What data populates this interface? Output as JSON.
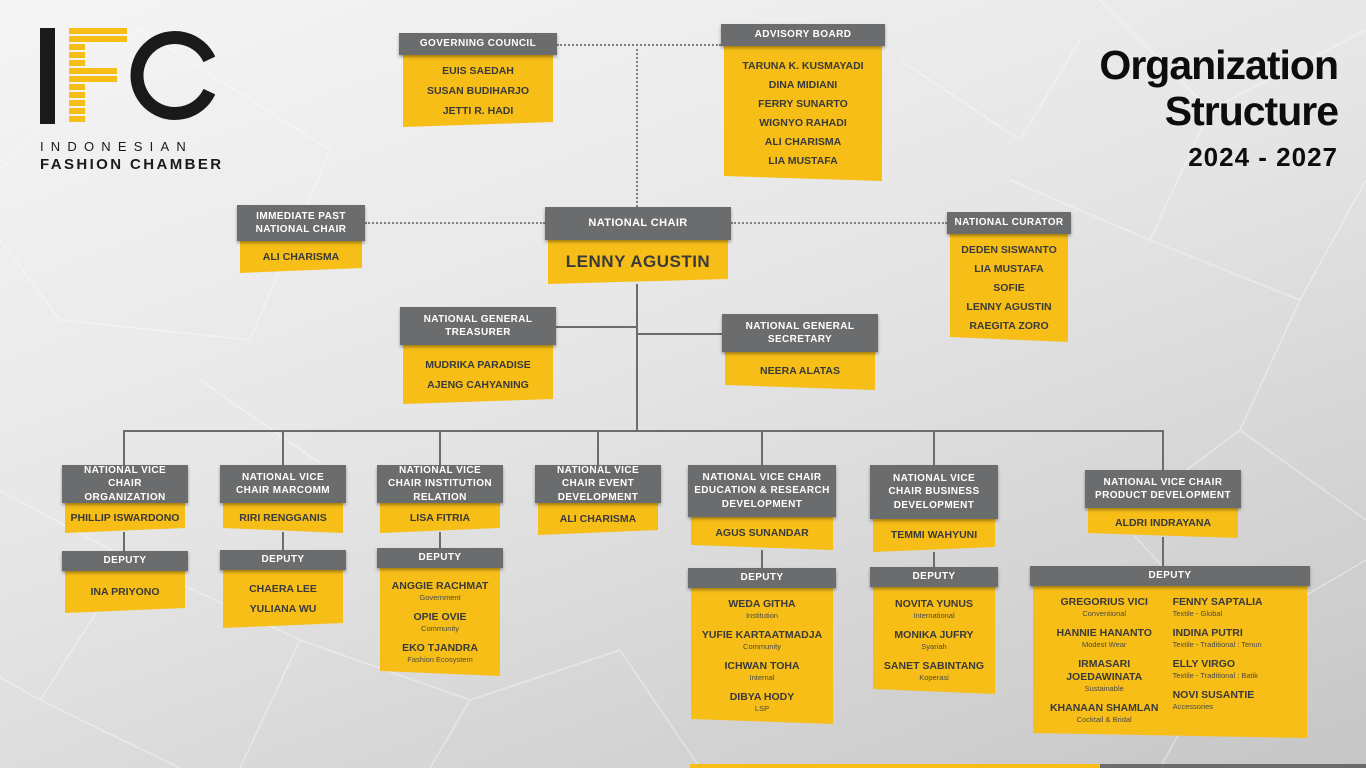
{
  "logo": {
    "acronym": "IFC",
    "line1": "INDONESIAN",
    "line2": "FASHION CHAMBER"
  },
  "heading": {
    "title_line1": "Organization",
    "title_line2": "Structure",
    "period": "2024 - 2027"
  },
  "colors": {
    "yellow": "#f6be17",
    "gray": "#6b6c6e",
    "text_dark": "#3a3a3a"
  },
  "deputy_label": "DEPUTY",
  "governing_council": {
    "title": "GOVERNING COUNCIL",
    "members": [
      "EUIS SAEDAH",
      "SUSAN BUDIHARJO",
      "JETTI R. HADI"
    ]
  },
  "advisory_board": {
    "title": "ADVISORY BOARD",
    "members": [
      "TARUNA K. KUSMAYADI",
      "DINA MIDIANI",
      "FERRY SUNARTO",
      "WIGNYO RAHADI",
      "ALI CHARISMA",
      "LIA MUSTAFA"
    ]
  },
  "immediate_past": {
    "title": "IMMEDIATE PAST NATIONAL CHAIR",
    "members": [
      "ALI CHARISMA"
    ]
  },
  "national_chair": {
    "title": "NATIONAL CHAIR",
    "name": "LENNY AGUSTIN"
  },
  "national_curator": {
    "title": "NATIONAL CURATOR",
    "members": [
      "DEDEN SISWANTO",
      "LIA MUSTAFA",
      "SOFIE",
      "LENNY AGUSTIN",
      "RAEGITA ZORO"
    ]
  },
  "treasurer": {
    "title": "NATIONAL GENERAL TREASURER",
    "members": [
      "MUDRIKA PARADISE",
      "AJENG CAHYANING"
    ]
  },
  "secretary": {
    "title": "NATIONAL GENERAL SECRETARY",
    "members": [
      "NEERA ALATAS"
    ]
  },
  "vice_chairs": [
    {
      "title": "NATIONAL VICE CHAIR ORGANIZATION",
      "chair": "PHILLIP ISWARDONO",
      "deputies": [
        {
          "name": "INA PRIYONO",
          "role": ""
        }
      ]
    },
    {
      "title": "NATIONAL VICE CHAIR MARCOMM",
      "chair": "RIRI RENGGANIS",
      "deputies": [
        {
          "name": "CHAERA LEE",
          "role": ""
        },
        {
          "name": "YULIANA WU",
          "role": ""
        }
      ]
    },
    {
      "title": "NATIONAL VICE CHAIR INSTITUTION RELATION",
      "chair": "LISA FITRIA",
      "deputies": [
        {
          "name": "ANGGIE RACHMAT",
          "role": "Government"
        },
        {
          "name": "OPIE OVIE",
          "role": "Community"
        },
        {
          "name": "EKO TJANDRA",
          "role": "Fashion Ecosystem"
        }
      ]
    },
    {
      "title": "NATIONAL VICE CHAIR EVENT DEVELOPMENT",
      "chair": "ALI CHARISMA",
      "deputies": []
    },
    {
      "title": "NATIONAL VICE CHAIR EDUCATION & RESEARCH DEVELOPMENT",
      "chair": "AGUS SUNANDAR",
      "deputies": [
        {
          "name": "WEDA GITHA",
          "role": "Institution"
        },
        {
          "name": "YUFIE KARTAATMADJA",
          "role": "Community"
        },
        {
          "name": "ICHWAN TOHA",
          "role": "Internal"
        },
        {
          "name": "DIBYA HODY",
          "role": "LSP"
        }
      ]
    },
    {
      "title": "NATIONAL VICE CHAIR BUSINESS DEVELOPMENT",
      "chair": "TEMMI WAHYUNI",
      "deputies": [
        {
          "name": "NOVITA YUNUS",
          "role": "International"
        },
        {
          "name": "MONIKA JUFRY",
          "role": "Syariah"
        },
        {
          "name": "SANET SABINTANG",
          "role": "Koperasi"
        }
      ]
    },
    {
      "title": "NATIONAL VICE CHAIR PRODUCT DEVELOPMENT",
      "chair": "ALDRI INDRAYANA",
      "deputies_left": [
        {
          "name": "GREGORIUS VICI",
          "role": "Conventional"
        },
        {
          "name": "HANNIE HANANTO",
          "role": "Modest Wear"
        },
        {
          "name": "IRMASARI JOEDAWINATA",
          "role": "Sustainable"
        },
        {
          "name": "KHANAAN SHAMLAN",
          "role": "Cocktail & Bridal"
        }
      ],
      "deputies_right": [
        {
          "name": "FENNY SAPTALIA",
          "role": "Textile - Global"
        },
        {
          "name": "INDINA PUTRI",
          "role": "Textile - Traditional : Tenun"
        },
        {
          "name": "ELLY VIRGO",
          "role": "Textile - Traditional : Batik"
        },
        {
          "name": "NOVI SUSANTIE",
          "role": "Accessories"
        }
      ]
    }
  ]
}
